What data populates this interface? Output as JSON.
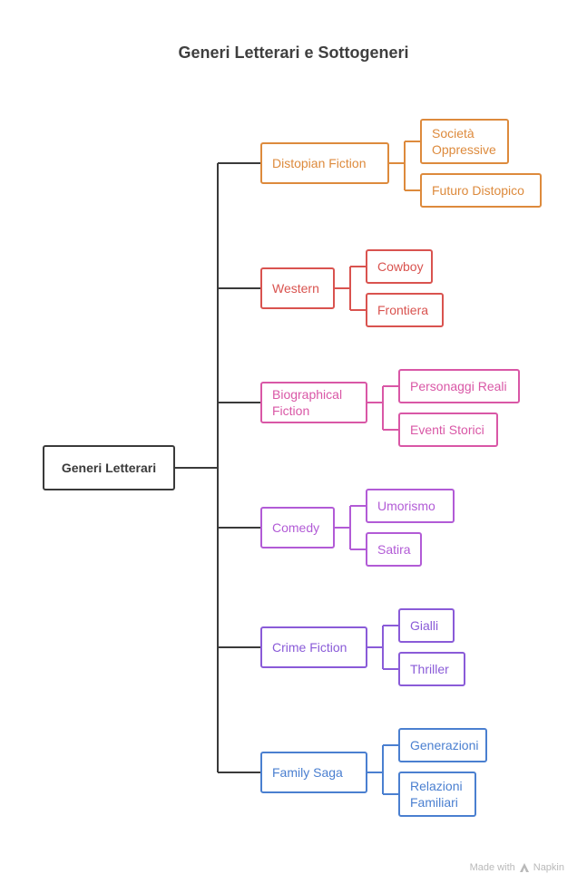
{
  "title": "Generi Letterari e Sottogeneri",
  "root": {
    "label": "Generi Letterari"
  },
  "genres": [
    {
      "label": "Distopian Fiction",
      "color": "#dd8a3c",
      "subgenres": [
        {
          "label": "Società Oppressive"
        },
        {
          "label": "Futuro Distopico"
        }
      ]
    },
    {
      "label": "Western",
      "color": "#d9534f",
      "subgenres": [
        {
          "label": "Cowboy"
        },
        {
          "label": "Frontiera"
        }
      ]
    },
    {
      "label": "Biographical Fiction",
      "color": "#d957a6",
      "subgenres": [
        {
          "label": "Personaggi Reali"
        },
        {
          "label": "Eventi Storici"
        }
      ]
    },
    {
      "label": "Comedy",
      "color": "#b25bd6",
      "subgenres": [
        {
          "label": "Umorismo"
        },
        {
          "label": "Satira"
        }
      ]
    },
    {
      "label": "Crime Fiction",
      "color": "#8a5bd8",
      "subgenres": [
        {
          "label": "Gialli"
        },
        {
          "label": "Thriller"
        }
      ]
    },
    {
      "label": "Family Saga",
      "color": "#4a7fd0",
      "subgenres": [
        {
          "label": "Generazioni"
        },
        {
          "label": "Relazioni Familiari"
        }
      ]
    }
  ],
  "watermark": {
    "made_with": "Made with",
    "brand": "Napkin",
    "icon": "napkin-logo-icon"
  },
  "colors": {
    "root": "#3a3a3a",
    "title": "#3f3f3f"
  }
}
